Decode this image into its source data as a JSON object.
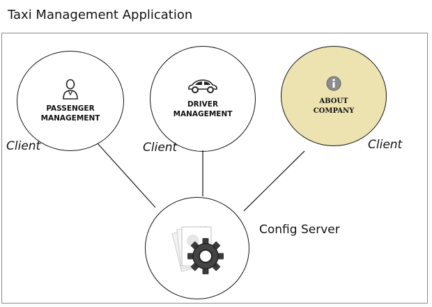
{
  "title": "Taxi Management Application",
  "nodes": {
    "passenger": {
      "label": "PASSENGER\nMANAGEMENT",
      "tag": "Client",
      "icon": "person-icon"
    },
    "driver": {
      "label": "DRIVER\nMANAGEMENT",
      "tag": "Client",
      "icon": "car-icon"
    },
    "about": {
      "label": "ABOUT\nCOMPANY",
      "tag": "Client",
      "icon": "info-icon",
      "fill": "#ece3b0"
    },
    "server": {
      "label": "Config Server",
      "icon": "gear-icon"
    }
  },
  "colors": {
    "border": "#111111",
    "highlight": "#ece3b0",
    "frame": "#8a8a8a"
  }
}
